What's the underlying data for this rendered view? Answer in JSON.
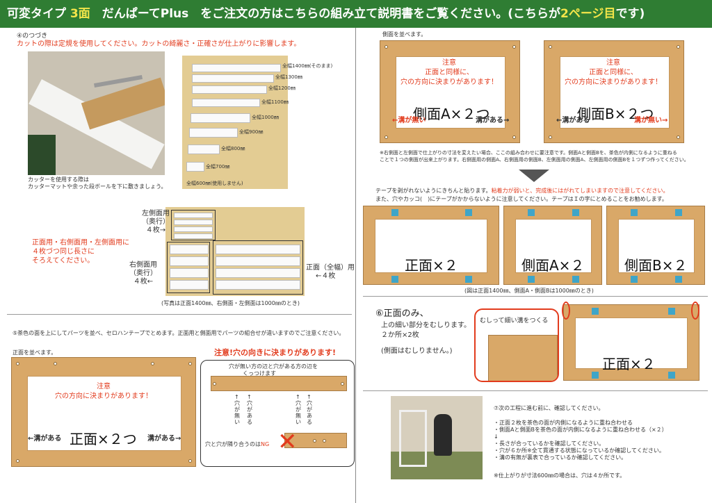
{
  "header": {
    "part1": "可変タイプ ",
    "part2": "3面",
    "part3": "　だんぱーてPlus　をご注文の方はこちらの組み立て説明書をご覧ください。(こちらが",
    "part4": "2ページ目",
    "part5": "です)"
  },
  "left": {
    "step4_cont": "④のつづき",
    "step4_note": "カットの際は定規を使用してください。カットの綺麗さ・正確さが仕上がりに影響します。",
    "cutter_caption_1": "カッターを使用する際は",
    "cutter_caption_2": "カッターマットや余った段ボールを下に敷きましょう。",
    "widths": [
      "全幅1400㎜(そのまま)",
      "全幅1300㎜",
      "全幅1200㎜",
      "全幅1100㎜",
      "全幅1000㎜",
      "全幅900㎜",
      "全幅800㎜",
      "全幅700㎜",
      "全幅600㎜(使用しません)"
    ],
    "same_length_1": "正面用・右側面用・左側面用に",
    "same_length_2": "４枚づつ同じ長さに",
    "same_length_3": "そろえてください。",
    "left_side_1": "左側面用",
    "left_side_2": "（奥行）",
    "left_side_3": "４枚→",
    "right_side_1": "右側面用",
    "right_side_2": "（奥行）",
    "right_side_3": "４枚←",
    "front_1": "正面（全幅）用",
    "front_2": "←４枚",
    "photo_caption": "(写真は正面1400㎜、右側面・左側面は1000㎜のとき)",
    "step5": "⑤茶色の面を上にしてパーツを並べ、セロハンテープでとめます。正面用と側面用でパーツの組合せが違いますのでご注意ください。",
    "front_arrange": "正面を並べます。",
    "notice_title": "注意",
    "notice_body": "穴の方向に決まりがあります！",
    "front_x2": "正面×２つ",
    "groove_left": "←溝がある",
    "groove_right": "溝がある→",
    "warn_title": "注意!穴の向きに決まりがあります!",
    "warn_attach_1": "穴が無い方の辺と穴がある方の辺を",
    "warn_attach_2": "くっつけます",
    "no_hole": "↑穴が無い",
    "has_hole": "↑穴がある",
    "ng_text_a": "穴と穴が隣り合うのは",
    "ng_text_b": "NG"
  },
  "right": {
    "side_arrange": "側面を並べます。",
    "notice_title": "注意",
    "notice_body_1": "正面と同様に、",
    "notice_body_2": "穴の方向に決まりがあります！",
    "sideA_x2": "側面A×２つ",
    "sideB_x2": "側面B×２つ",
    "no_groove_left": "←溝が無い",
    "has_groove_right": "溝がある→",
    "has_groove_left": "←溝がある",
    "no_groove_right": "溝が無い→",
    "size_note_1": "※右側面と左側面で仕上がりの寸法を変えたい場合、ここの組み合わせに要注意です。側面Aと側面Bを、茶色が内側になるように重ねる",
    "size_note_2": "ことで１つの側面が出来上がります。右側面用の側面A、右側面用の側面B、左側面用の側面A、左側面用の側面Bを１つずつ作ってください。",
    "tape_note_1a": "テープを剥がれないようにきちんと貼ります。",
    "tape_note_1b": "粘着力が弱いと、完成後にはがれてしまいますので注意してください。",
    "tape_note_2": "また、穴やカッコ(　)にテープがかからないように注意してください。テープはＩの字にとめることをお勧めします。",
    "front_x2_b": "正面×２",
    "sideA_x2_b": "側面A×２",
    "sideB_x2_b": "側面B×２",
    "diagram_caption": "(図は正面1400㎜、側面A・側面Bは1000㎜のとき)",
    "step6_title": "⑥正面のみ、",
    "step6_body_1": "上の細い部分をむしります。",
    "step6_body_2": "２か所×2枚",
    "step6_body_3": "(側面はむしりません。)",
    "callout": "むしって細い溝をつくる",
    "front_x2_c": "正面×２",
    "step7_title": "⑦次の工程に進む前に、確認してください。",
    "check_1": "・正面２枚を茶色の面が内側になるように重ね合わせる",
    "check_2": "・側面Aと側面Bを茶色の面が内側になるように重ね合わせる（×２）",
    "check_arrow": "↓",
    "check_3": "・長さが合っているかを確認してください。",
    "check_4": "・穴が６か所※全て貫通する状態になっているか確認してください。",
    "check_5": "・溝の有無が裏表で合っているか確認してください。",
    "check_6": "※仕上がりが寸法600㎜の場合は、穴は４か所です。"
  },
  "colors": {
    "header_bg": "#2f7d33",
    "header_highlight": "#f3e54a",
    "accent_red": "#e23b1d",
    "cardboard": "#d9a868",
    "tape_blue": "#3fa5c8"
  }
}
